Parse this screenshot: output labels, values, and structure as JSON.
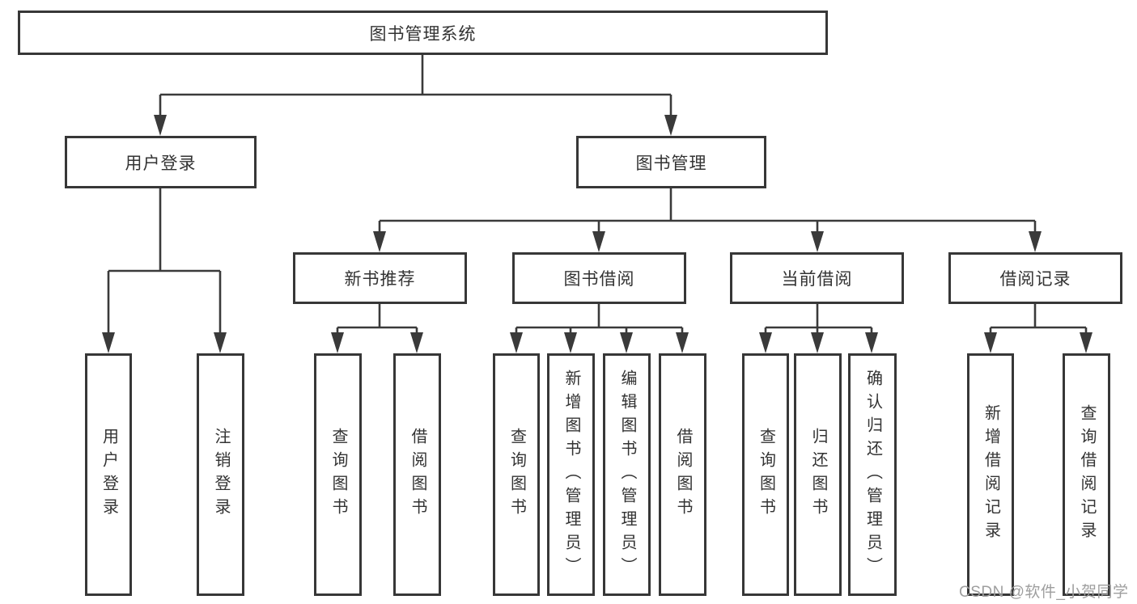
{
  "diagram": {
    "tree": {
      "label": "图书管理系统",
      "children": [
        {
          "label": "用户登录",
          "children": [
            {
              "label": "用户登录"
            },
            {
              "label": "注销登录"
            }
          ]
        },
        {
          "label": "图书管理",
          "children": [
            {
              "label": "新书推荐",
              "children": [
                {
                  "label": "查询图书"
                },
                {
                  "label": "借阅图书"
                }
              ]
            },
            {
              "label": "图书借阅",
              "children": [
                {
                  "label": "查询图书"
                },
                {
                  "label": "新增图书（管理员）"
                },
                {
                  "label": "编辑图书（管理员）"
                },
                {
                  "label": "借阅图书"
                }
              ]
            },
            {
              "label": "当前借阅",
              "children": [
                {
                  "label": "查询图书"
                },
                {
                  "label": "归还图书"
                },
                {
                  "label": "确认归还（管理员）"
                }
              ]
            },
            {
              "label": "借阅记录",
              "children": [
                {
                  "label": "新增借阅记录"
                },
                {
                  "label": "查询借阅记录"
                }
              ]
            }
          ]
        }
      ]
    },
    "colors": {
      "line": "#3a3a3a",
      "box_border": "#373737",
      "text": "#333333",
      "background": "#ffffff",
      "watermark": "#9e9e9e"
    }
  },
  "watermark": {
    "text": "CSDN @软件_小贺同学"
  }
}
